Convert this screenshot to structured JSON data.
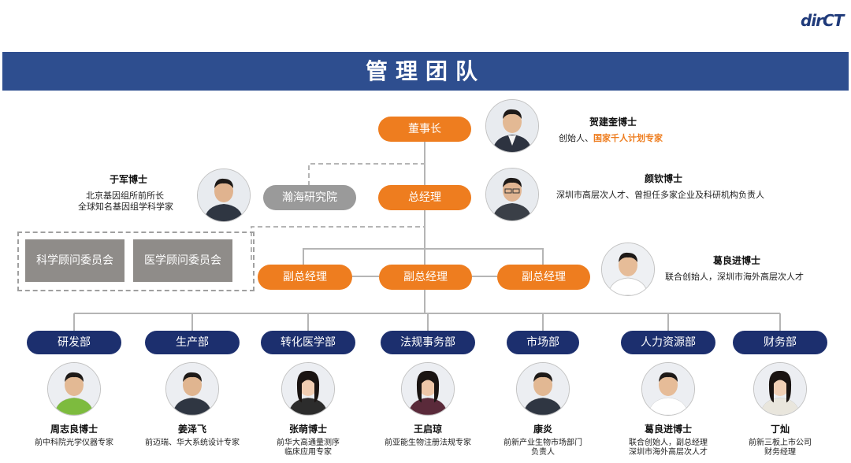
{
  "logo": "dirCT",
  "title": "管理团队",
  "nodes": {
    "chairman": "董事长",
    "gm": "总经理",
    "institute": "瀚海研究院",
    "vp": [
      "副总经理",
      "副总经理",
      "副总经理"
    ],
    "committees": [
      "科学顾问委员会",
      "医学顾问委员会"
    ]
  },
  "people": {
    "he": {
      "name": "贺建奎博士",
      "desc_prefix": "创始人、",
      "desc_highlight": "国家千人计划专家"
    },
    "yan": {
      "name": "颜钦博士",
      "desc": "深圳市高层次人才、曾担任多家企业及科研机构负责人"
    },
    "ge": {
      "name": "葛良进博士",
      "desc": "联合创始人，深圳市海外高层次人才"
    },
    "yu": {
      "name": "于军博士",
      "desc1": "北京基因组所前所长",
      "desc2": "全球知名基因组学科学家"
    }
  },
  "departments": [
    {
      "label": "研发部",
      "name": "周志良博士",
      "desc": [
        "前中科院光学仪器专家"
      ]
    },
    {
      "label": "生产部",
      "name": "姜泽飞",
      "desc": [
        "前迈瑞、华大系统设计专家"
      ]
    },
    {
      "label": "转化医学部",
      "name": "张萌博士",
      "desc": [
        "前华大高通量测序",
        "临床应用专家"
      ]
    },
    {
      "label": "法规事务部",
      "name": "王启琼",
      "desc": [
        "前亚能生物注册法规专家"
      ]
    },
    {
      "label": "市场部",
      "name": "康炎",
      "desc": [
        "前新产业生物市场部门",
        "负责人"
      ]
    },
    {
      "label": "人力资源部",
      "name": "葛良进博士",
      "desc": [
        "联合创始人，副总经理",
        "深圳市海外高层次人才"
      ]
    },
    {
      "label": "财务部",
      "name": "丁灿",
      "desc": [
        "前新三板上市公司",
        "财务经理"
      ]
    }
  ]
}
